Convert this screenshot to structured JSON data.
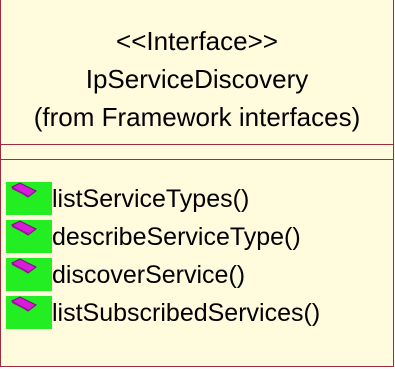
{
  "class_box": {
    "stereotype": "<<Interface>>",
    "name": "IpServiceDiscovery",
    "package_note": "(from Framework interfaces)"
  },
  "operations": [
    {
      "label": "listServiceTypes()",
      "icon": "public-operation-icon"
    },
    {
      "label": "describeServiceType()",
      "icon": "public-operation-icon"
    },
    {
      "label": "discoverService()",
      "icon": "public-operation-icon"
    },
    {
      "label": "listSubscribedServices()",
      "icon": "public-operation-icon"
    }
  ],
  "colors": {
    "box_fill": "#fffbdc",
    "border": "#9b2b3d",
    "operation_marker": "#22ee22",
    "operation_icon": "#d81bd8"
  }
}
